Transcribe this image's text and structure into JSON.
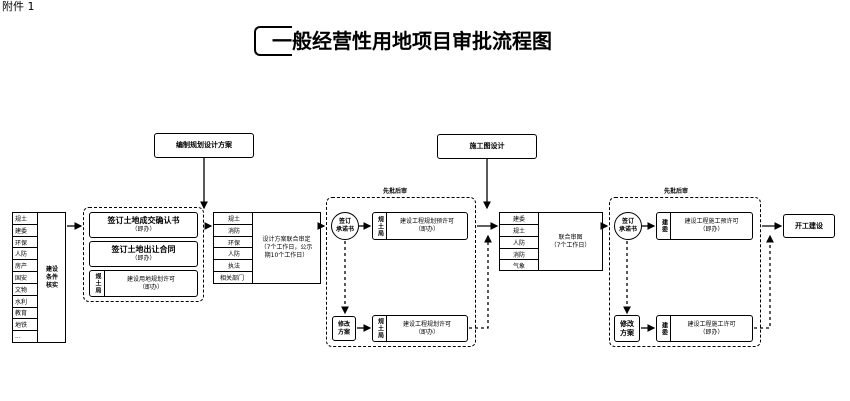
{
  "header": {
    "attachment_label": "附件 1",
    "title_first_char": "一",
    "title_rest": "般经营性用地项目审批流程图"
  },
  "top_boxes": {
    "planning_design": "编制规划设计方案",
    "construction_design": "施工图设计"
  },
  "section_labels": {
    "first_group": "先批后审",
    "second_group": "先批后审"
  },
  "conditions": {
    "items": [
      "规土",
      "建委",
      "环保",
      "人防",
      "房产",
      "国安",
      "文物",
      "水利",
      "教育",
      "地铁",
      "..."
    ],
    "side_label_lines": [
      "建设",
      "条件",
      "核实"
    ]
  },
  "land_group": {
    "confirm_title": "签订土地成交确认书",
    "confirm_sub": "（即办）",
    "contract_title": "签订土地出让合同",
    "contract_sub": "（即办）",
    "permit_dept": "规土局",
    "permit_title": "建设用地规划许可",
    "permit_sub": "（即办）"
  },
  "scheme_review": {
    "depts": [
      "规土",
      "消防",
      "环保",
      "人防",
      "执法",
      "相关部门"
    ],
    "text_lines": [
      "设计方案联合审定",
      "（7个工作日，公示",
      "期10个工作日）"
    ]
  },
  "group_two": {
    "commit_circle": [
      "签订",
      "承诺书"
    ],
    "dept": "规土局",
    "pre_permit_title": "建设工程规划预许可",
    "pre_permit_sub": "（即办）",
    "modify": [
      "修改",
      "方案"
    ],
    "permit_title": "建设工程规划许可",
    "permit_sub": "（即办）"
  },
  "joint_review": {
    "depts": [
      "建委",
      "规土",
      "人防",
      "消防",
      "气象"
    ],
    "text_lines": [
      "联合审图",
      "（7个工作日）"
    ]
  },
  "group_three": {
    "commit_circle": [
      "签订",
      "承诺书"
    ],
    "dept": "建委",
    "pre_permit_title": "建设工程施工预许可",
    "pre_permit_sub": "（即办）",
    "modify": [
      "修改",
      "方案"
    ],
    "permit_title": "建设工程施工许可",
    "permit_sub": "（即办）"
  },
  "final_step": "开工建设"
}
